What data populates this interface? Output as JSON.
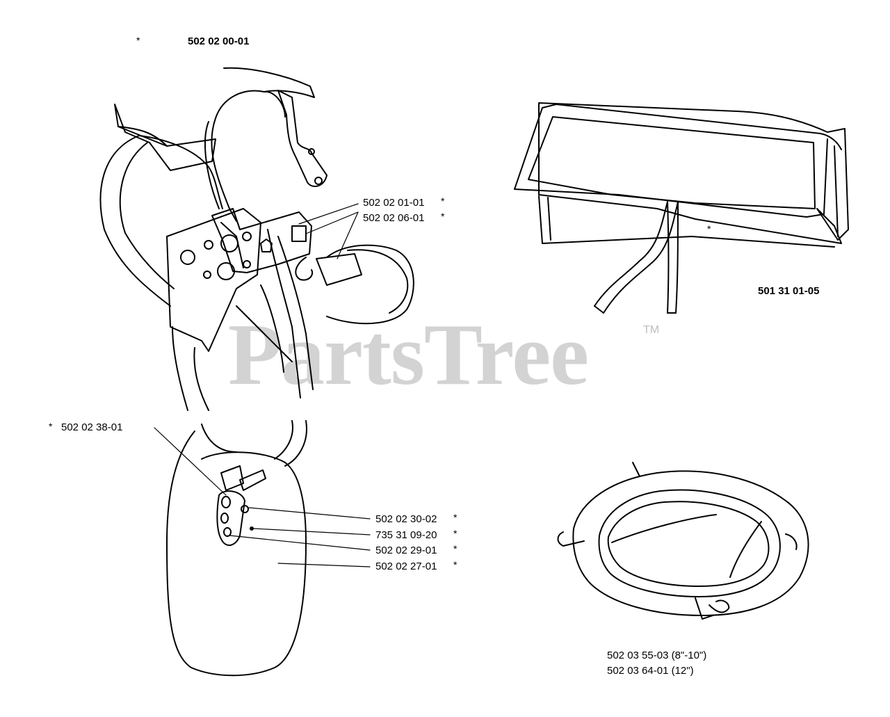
{
  "watermark": {
    "text": "PartsTree",
    "trademark": "TM",
    "color": "#d3d3d3"
  },
  "colors": {
    "line": "#000000",
    "background": "#ffffff"
  },
  "parts": {
    "harness_assembly": {
      "number": "502 02 00-01",
      "marker": "*"
    },
    "buckle_plate": {
      "number": "502 02 01-01",
      "marker": "*"
    },
    "buckle_catch": {
      "number": "502 02 06-01",
      "marker": "*"
    },
    "tool_bag": {
      "number": "501 31 01-05",
      "marker": "*"
    },
    "hip_pad_strap": {
      "number": "502 02 38-01",
      "marker": "*"
    },
    "hook": {
      "number": "502 02 30-02",
      "marker": "*"
    },
    "screw": {
      "number": "735 31 09-20",
      "marker": "*"
    },
    "clip": {
      "number": "502 02 29-01",
      "marker": "*"
    },
    "hip_pad": {
      "number": "502 02 27-01",
      "marker": "*"
    },
    "blade_guard_1": {
      "number": "502 03 55-03 (8\"-10\")"
    },
    "blade_guard_2": {
      "number": "502 03 64-01 (12\")"
    }
  }
}
